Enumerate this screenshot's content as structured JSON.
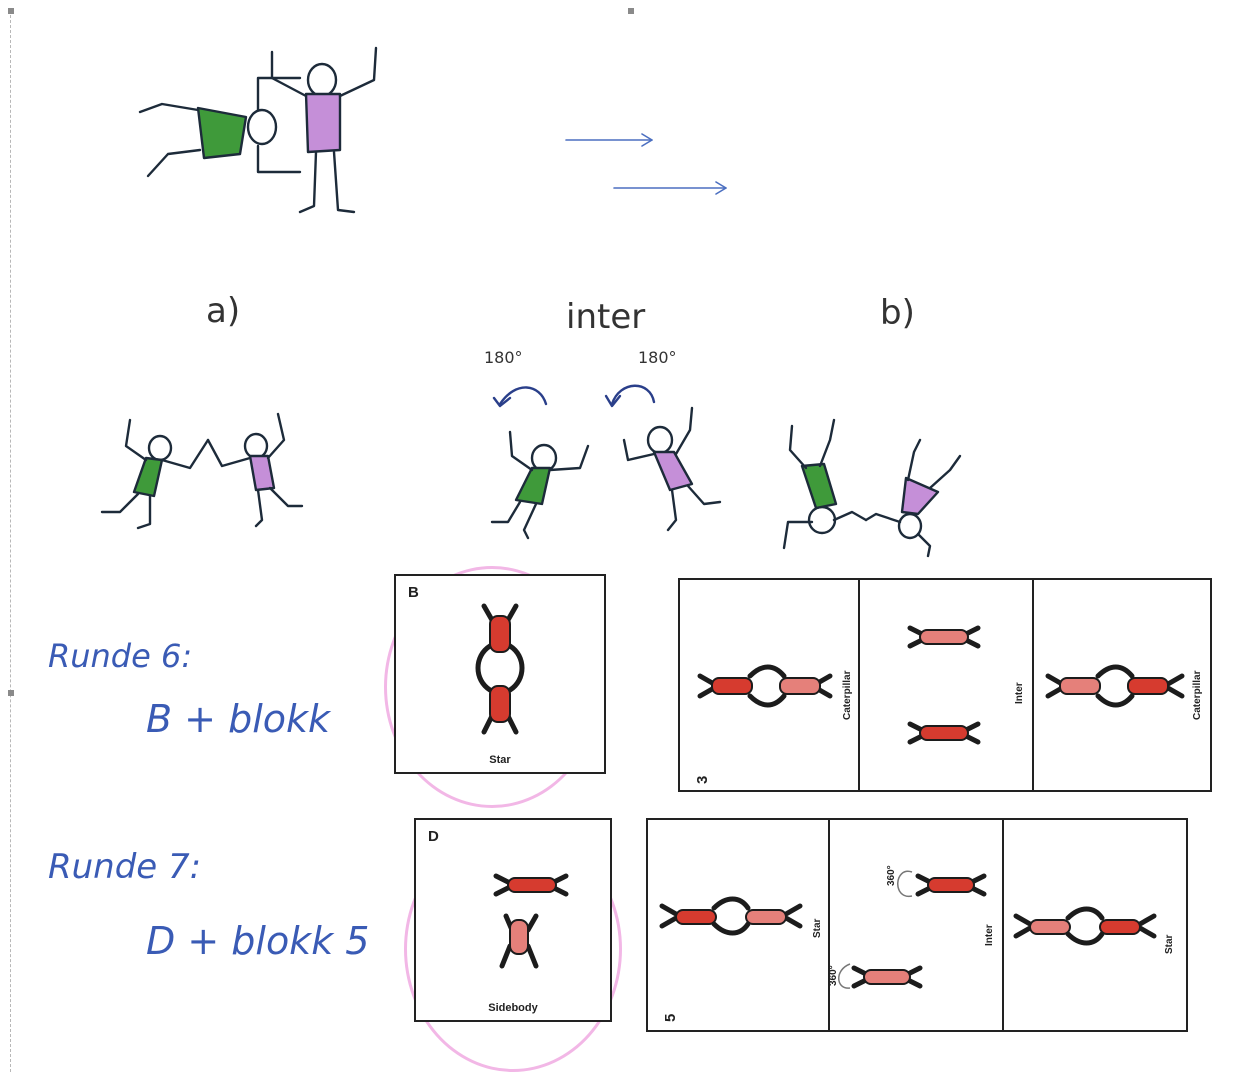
{
  "top": {
    "label_a": "a)",
    "label_inter": "inter",
    "label_b": "b)",
    "rotation_left": "180°",
    "rotation_right": "180°"
  },
  "round6": {
    "title": "Runde 6:",
    "formula": "B + blokk",
    "card": {
      "letter": "B",
      "caption": "Star"
    },
    "block": {
      "number": "3",
      "labels": [
        "Caterpillar",
        "Inter",
        "Caterpillar"
      ]
    }
  },
  "round7": {
    "title": "Runde 7:",
    "formula": "D + blokk 5",
    "card": {
      "letter": "D",
      "caption": "Sidebody"
    },
    "block": {
      "number": "5",
      "labels": [
        "Star",
        "Inter",
        "Star"
      ],
      "rotations": [
        "360°",
        "360°"
      ]
    }
  },
  "colors": {
    "green": "#3f9a3a",
    "purple": "#c58fd8",
    "ink_blue": "#3a5bb5",
    "arrow_blue": "#4b6fc0",
    "suit_red": "#d63b2f",
    "pink_ring": "#f2b7e6"
  }
}
